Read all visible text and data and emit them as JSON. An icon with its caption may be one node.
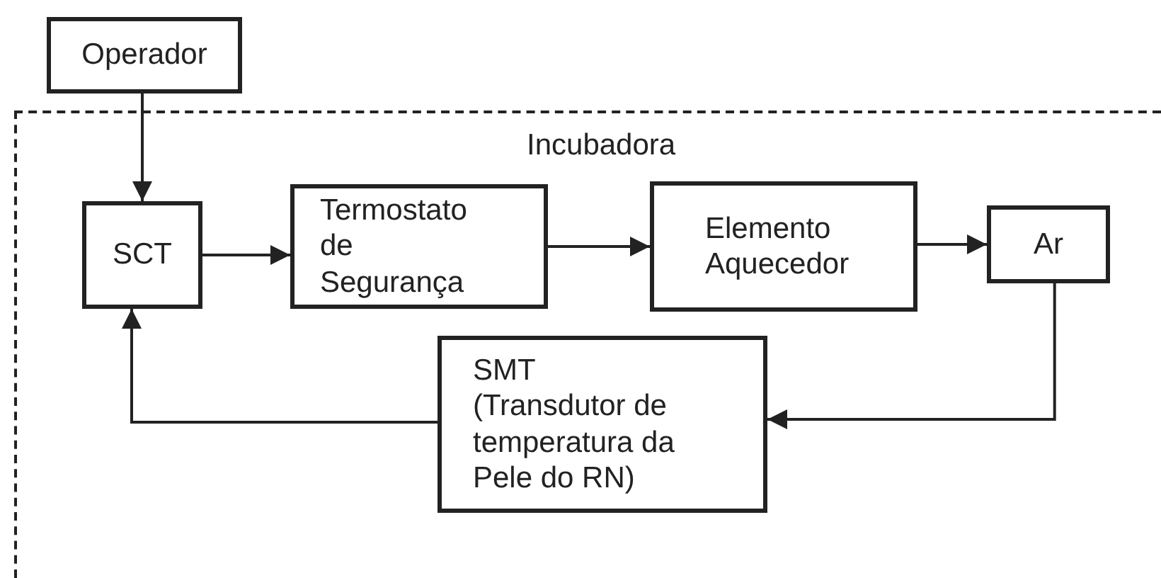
{
  "diagram": {
    "nodes": [
      {
        "text": [
          "Operador"
        ]
      },
      {
        "text": [
          "Incubadora"
        ]
      },
      {
        "text": [
          "SCT"
        ],
        "in": 1
      },
      {
        "text": [
          "Termostato de Segurança"
        ],
        "in": 1
      },
      {
        "text": [
          "Elemento Aquecedor"
        ],
        "in": 1
      },
      {
        "text": [
          "Ar"
        ],
        "in": 1
      },
      {
        "text": [
          "SMT (Transdutor de temperatura da Pele do RN)"
        ],
        "in": 1
      }
    ],
    "edges": [
      {
        "from": 0,
        "to": 2,
        "arrow": "to"
      },
      {
        "from": 2,
        "to": 3,
        "arrow": "to"
      },
      {
        "from": 3,
        "to": 4,
        "arrow": "to"
      },
      {
        "from": 4,
        "to": 5,
        "arrow": "to"
      },
      {
        "from": 5,
        "to": 6,
        "arrow": "to"
      },
      {
        "from": 6,
        "to": 2,
        "arrow": "to"
      }
    ]
  }
}
